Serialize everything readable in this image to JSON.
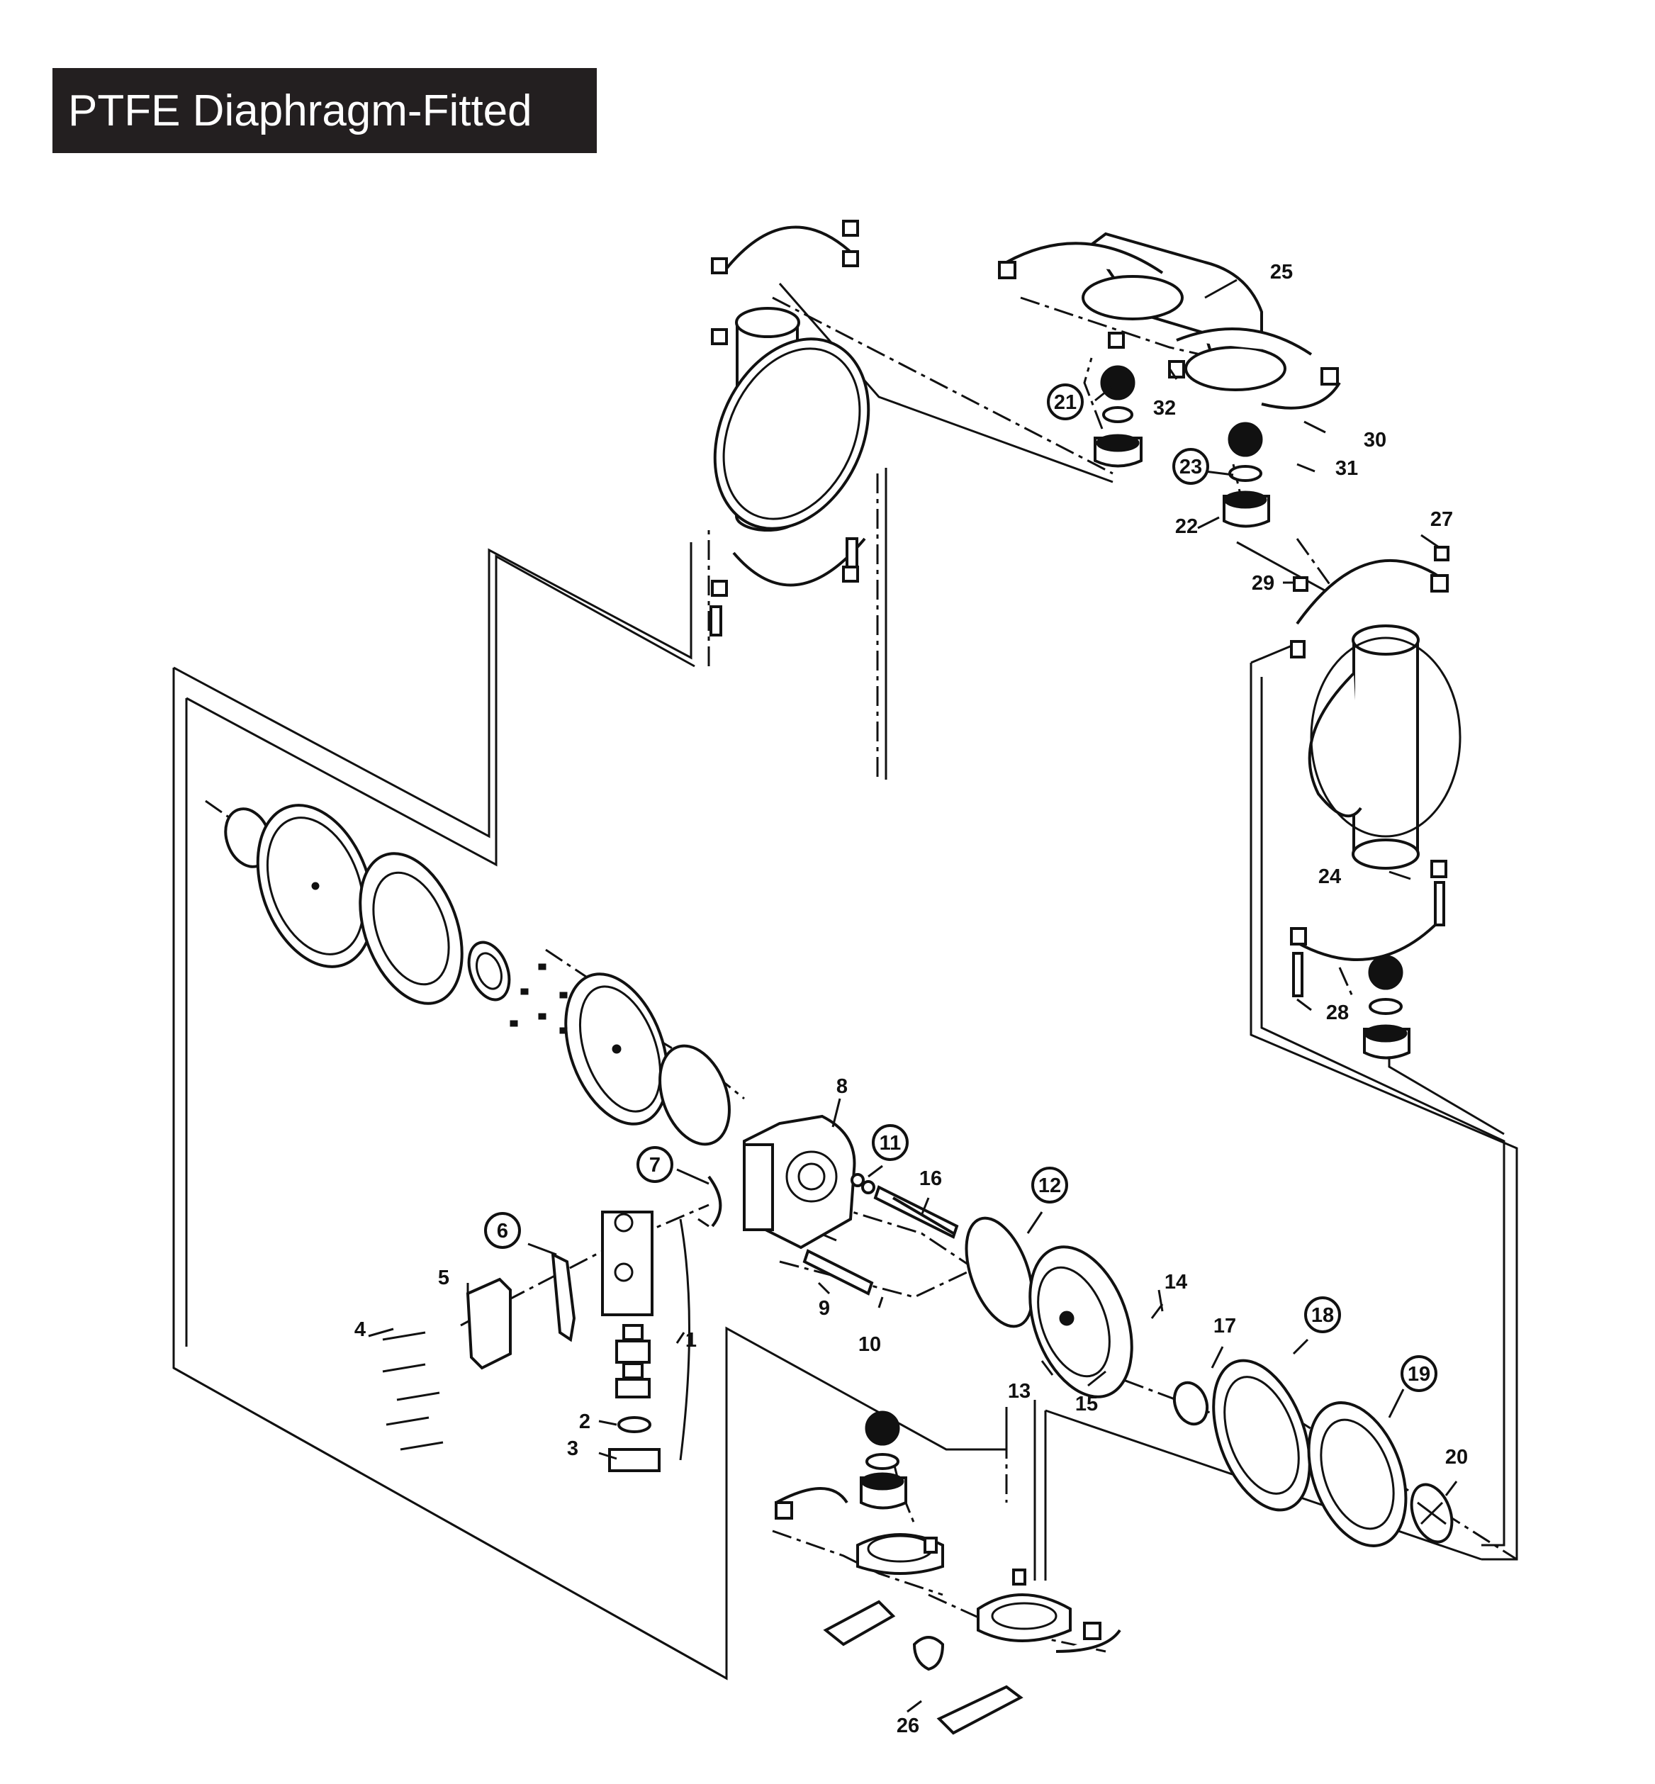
{
  "title": "PTFE Diaphragm-Fitted",
  "callouts": [
    {
      "n": "1",
      "circled": false
    },
    {
      "n": "2",
      "circled": false
    },
    {
      "n": "3",
      "circled": false
    },
    {
      "n": "4",
      "circled": false
    },
    {
      "n": "5",
      "circled": false
    },
    {
      "n": "6",
      "circled": true
    },
    {
      "n": "7",
      "circled": true
    },
    {
      "n": "8",
      "circled": false
    },
    {
      "n": "9",
      "circled": false
    },
    {
      "n": "10",
      "circled": false
    },
    {
      "n": "11",
      "circled": true
    },
    {
      "n": "12",
      "circled": true
    },
    {
      "n": "13",
      "circled": false
    },
    {
      "n": "14",
      "circled": false
    },
    {
      "n": "15",
      "circled": false
    },
    {
      "n": "16",
      "circled": false
    },
    {
      "n": "17",
      "circled": false
    },
    {
      "n": "18",
      "circled": true
    },
    {
      "n": "19",
      "circled": true
    },
    {
      "n": "20",
      "circled": false
    },
    {
      "n": "21",
      "circled": true
    },
    {
      "n": "22",
      "circled": false
    },
    {
      "n": "23",
      "circled": true
    },
    {
      "n": "24",
      "circled": false
    },
    {
      "n": "25",
      "circled": false
    },
    {
      "n": "26",
      "circled": false
    },
    {
      "n": "27",
      "circled": false
    },
    {
      "n": "28",
      "circled": false
    },
    {
      "n": "29",
      "circled": false
    },
    {
      "n": "30",
      "circled": false
    },
    {
      "n": "31",
      "circled": false
    },
    {
      "n": "32",
      "circled": false
    }
  ],
  "colors": {
    "title_bg": "#231f20",
    "title_fg": "#ffffff",
    "ink": "#111111"
  }
}
